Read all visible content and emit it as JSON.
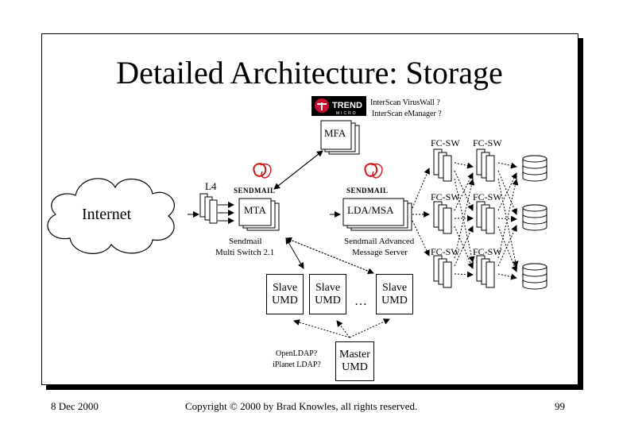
{
  "slide": {
    "title": "Detailed Architecture: Storage"
  },
  "logos": {
    "trend": {
      "word": "TREND",
      "sub": "MICRO"
    },
    "sendmail_left": {
      "word": "SENDMAIL"
    },
    "sendmail_right": {
      "word": "SENDMAIL"
    }
  },
  "notes": {
    "trend_line1": "InterScan VirusWall ?",
    "trend_line2": "InterScan eManager ?"
  },
  "nodes": {
    "internet": "Internet",
    "l4": "L4",
    "mfa": "MFA",
    "mta": "MTA",
    "mta_caption_1": "Sendmail",
    "mta_caption_2": "Multi Switch 2.1",
    "lda": "LDA/MSA",
    "lda_caption_1": "Sendmail Advanced",
    "lda_caption_2": "Message Server",
    "slave1_a": "Slave",
    "slave1_b": "UMD",
    "slave2_a": "Slave",
    "slave2_b": "UMD",
    "slave3_a": "Slave",
    "slave3_b": "UMD",
    "ellipsis": "…",
    "master_a": "Master",
    "master_b": "UMD",
    "master_note_1": "OpenLDAP?",
    "master_note_2": "iPlanet LDAP?",
    "fc_sw": [
      "FC-SW",
      "FC-SW",
      "FC-SW",
      "FC-SW",
      "FC-SW",
      "FC-SW"
    ]
  },
  "footer": {
    "date": "8 Dec 2000",
    "copyright": "Copyright © 2000 by Brad Knowles, all rights reserved.",
    "page": "99"
  },
  "colors": {
    "trend_red": "#c8102e",
    "sendmail_red": "#d01818",
    "frame": "#000000"
  }
}
